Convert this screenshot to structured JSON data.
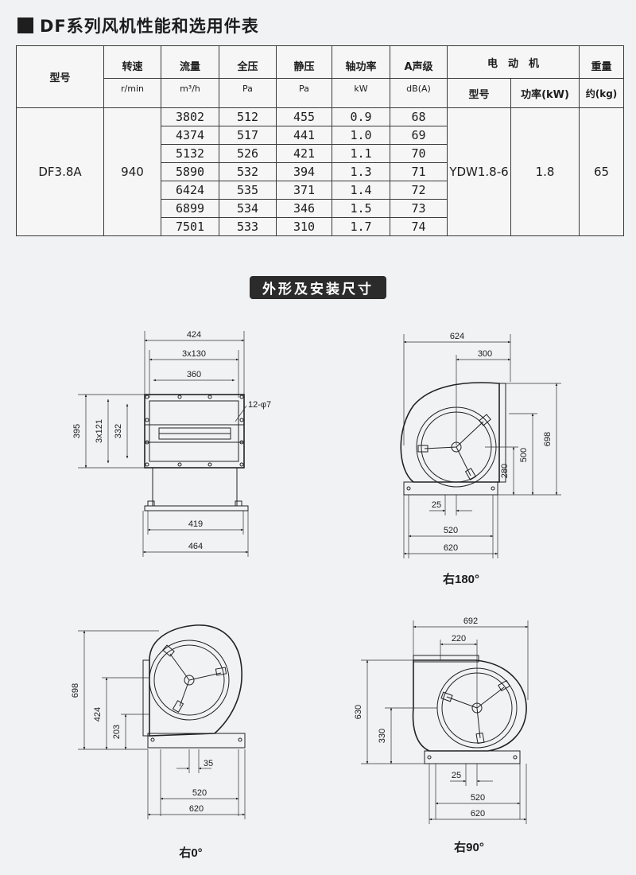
{
  "title": "DF系列风机性能和选用件表",
  "table": {
    "headers": {
      "model": "型号",
      "speed": "转速",
      "speed_unit": "r/min",
      "flow": "流量",
      "flow_unit": "m³/h",
      "total_pressure": "全压",
      "total_pressure_unit": "Pa",
      "static_pressure": "静压",
      "static_pressure_unit": "Pa",
      "shaft_power": "轴功率",
      "shaft_power_unit": "kW",
      "noise": "A声级",
      "noise_unit": "dB(A)",
      "motor": "电　动　机",
      "motor_model": "型号",
      "motor_power": "功率(kW)",
      "weight": "重量",
      "weight_unit": "约(kg)"
    },
    "model": "DF3.8A",
    "speed": "940",
    "motor_model": "YDW1.8-6",
    "motor_power": "1.8",
    "weight": "65",
    "rows": [
      {
        "flow": "3802",
        "total": "512",
        "static": "455",
        "power": "0.9",
        "noise": "68"
      },
      {
        "flow": "4374",
        "total": "517",
        "static": "441",
        "power": "1.0",
        "noise": "69"
      },
      {
        "flow": "5132",
        "total": "526",
        "static": "421",
        "power": "1.1",
        "noise": "70"
      },
      {
        "flow": "5890",
        "total": "532",
        "static": "394",
        "power": "1.3",
        "noise": "71"
      },
      {
        "flow": "6424",
        "total": "535",
        "static": "371",
        "power": "1.4",
        "noise": "72"
      },
      {
        "flow": "6899",
        "total": "534",
        "static": "346",
        "power": "1.5",
        "noise": "73"
      },
      {
        "flow": "7501",
        "total": "533",
        "static": "310",
        "power": "1.7",
        "noise": "74"
      }
    ]
  },
  "section_title": "外形及安装尺寸",
  "drawings": {
    "front": {
      "d424": "424",
      "d3x130": "3x130",
      "d360": "360",
      "holes": "12-φ7",
      "d395": "395",
      "d3x121": "3x121",
      "d332": "332",
      "d419": "419",
      "d464": "464"
    },
    "r180": {
      "caption": "右180°",
      "d624": "624",
      "d300": "300",
      "d698": "698",
      "d500": "500",
      "d280": "280",
      "d25": "25",
      "d520": "520",
      "d620": "620"
    },
    "r0": {
      "caption": "右0°",
      "d698": "698",
      "d424": "424",
      "d203": "203",
      "d35": "35",
      "d520": "520",
      "d620": "620"
    },
    "r90": {
      "caption": "右90°",
      "d692": "692",
      "d220": "220",
      "d630": "630",
      "d330": "330",
      "d25": "25",
      "d520": "520",
      "d620": "620"
    }
  }
}
